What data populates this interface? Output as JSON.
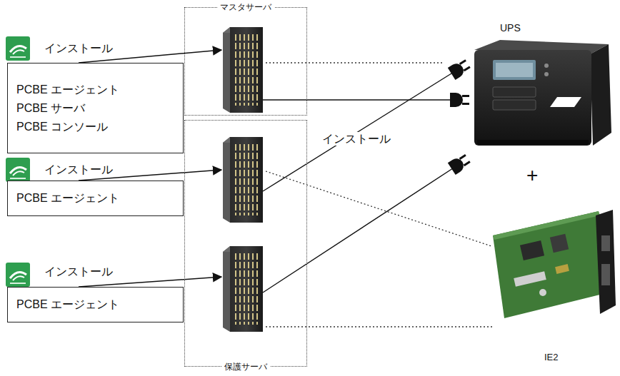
{
  "diagram": {
    "nodes": [
      {
        "text": [
          "マスタサーバ"
        ]
      },
      {
        "text": [
          "PCBE エージェント",
          "PCBE サーバ",
          "PCBE コンソール"
        ]
      },
      {
        "text": [
          "保護サーバ"
        ]
      },
      {
        "text": [
          "PCBE エージェント"
        ]
      },
      {
        "text": [
          "PCBE エージェント"
        ]
      }
    ],
    "edges": [
      {
        "from": 1,
        "to": 0,
        "arrow": "to"
      },
      {
        "from": 3,
        "to": 2,
        "arrow": "to"
      },
      {
        "from": 4,
        "to": 2,
        "arrow": "to"
      }
    ],
    "labels": [
      "UPS",
      "インストール",
      "インストール",
      "インストール",
      "+",
      "インストール",
      "IE2"
    ]
  }
}
